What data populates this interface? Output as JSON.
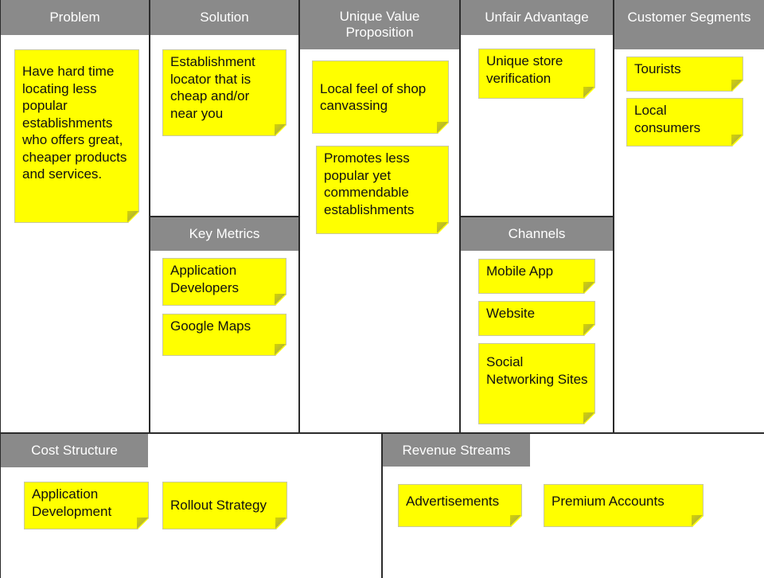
{
  "canvas": {
    "problem": {
      "title": "Problem",
      "notes": [
        "Have hard time locating less popular establishments who offers great, cheaper products and services."
      ]
    },
    "solution": {
      "title": "Solution",
      "notes": [
        "Establishment locator that is cheap and/or near you"
      ]
    },
    "key_metrics": {
      "title": "Key Metrics",
      "notes": [
        "Application Developers",
        "Google Maps"
      ]
    },
    "unique_value_proposition": {
      "title": "Unique Value Proposition",
      "notes": [
        "Local feel of shop canvassing",
        "Promotes less popular yet commendable establishments"
      ]
    },
    "unfair_advantage": {
      "title": "Unfair Advantage",
      "notes": [
        "Unique store verification"
      ]
    },
    "channels": {
      "title": "Channels",
      "notes": [
        "Mobile App",
        "Website",
        "Social Networking Sites"
      ]
    },
    "customer_segments": {
      "title": "Customer Segments",
      "notes": [
        "Tourists",
        "Local consumers"
      ]
    },
    "cost_structure": {
      "title": "Cost Structure",
      "notes": [
        "Application Development",
        "Rollout Strategy"
      ]
    },
    "revenue_streams": {
      "title": "Revenue Streams",
      "notes": [
        "Advertisements",
        "Premium Accounts"
      ]
    }
  },
  "colors": {
    "header_bg": "#8a8a8a",
    "header_text": "#ffffff",
    "note_bg": "#ffff00",
    "border": "#2b2b2b"
  }
}
